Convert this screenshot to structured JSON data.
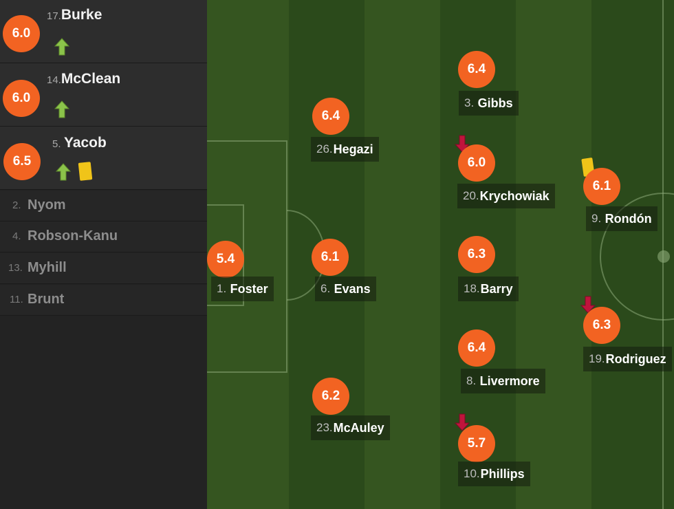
{
  "colors": {
    "rating": "#f26322",
    "sub_in": "#8bc34a",
    "sub_out": "#c0143c",
    "yellow_card": "#f0c419"
  },
  "substitutes_in": [
    {
      "number": "17.",
      "name": "Burke",
      "rating": "6.0",
      "icon": "arrow-up-icon",
      "yellow_card": false
    },
    {
      "number": "14.",
      "name": "McClean",
      "rating": "6.0",
      "icon": "arrow-up-icon",
      "yellow_card": false
    },
    {
      "number": "5.",
      "name": "Yacob",
      "rating": "6.5",
      "icon": "arrow-up-icon",
      "yellow_card": true
    }
  ],
  "bench": [
    {
      "number": "2.",
      "name": "Nyom"
    },
    {
      "number": "4.",
      "name": "Robson-Kanu"
    },
    {
      "number": "13.",
      "name": "Myhill"
    },
    {
      "number": "11.",
      "name": "Brunt"
    }
  ],
  "players": [
    {
      "number": "1.",
      "name": "Foster",
      "rating": "5.4"
    },
    {
      "number": "26.",
      "name": "Hegazi",
      "rating": "6.4"
    },
    {
      "number": "6.",
      "name": "Evans",
      "rating": "6.1"
    },
    {
      "number": "23.",
      "name": "McAuley",
      "rating": "6.2"
    },
    {
      "number": "3.",
      "name": "Gibbs",
      "rating": "6.4"
    },
    {
      "number": "20.",
      "name": "Krychowiak",
      "rating": "6.0",
      "subbed_off": true
    },
    {
      "number": "18.",
      "name": "Barry",
      "rating": "6.3"
    },
    {
      "number": "8.",
      "name": "Livermore",
      "rating": "6.4"
    },
    {
      "number": "10.",
      "name": "Phillips",
      "rating": "5.7",
      "subbed_off": true
    },
    {
      "number": "9.",
      "name": "Rondón",
      "rating": "6.1",
      "yellow_card": true
    },
    {
      "number": "19.",
      "name": "Rodriguez",
      "rating": "6.3",
      "subbed_off": true
    }
  ]
}
